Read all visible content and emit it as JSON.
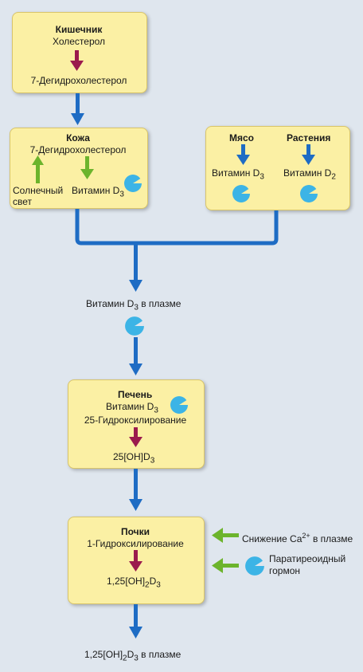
{
  "intestine": {
    "title": "Кишечник",
    "line1": "Холестерол",
    "line2": "7-Дегидрохолестерол"
  },
  "skin": {
    "title": "Кожа",
    "line1": "7-Дегидрохолестерол",
    "sunlight1": "Солнечный",
    "sunlight2": "свет",
    "vitamin": "Витамин D",
    "vitamin_sub": "3"
  },
  "meat": {
    "title": "Мясо",
    "vitamin": "Витамин D",
    "vitamin_sub": "3"
  },
  "plants": {
    "title": "Растения",
    "vitamin": "Витамин D",
    "vitamin_sub": "2"
  },
  "plasma_d3": {
    "text": "Витамин D",
    "sub": "3",
    "suffix": " в плазме"
  },
  "liver": {
    "title": "Печень",
    "vitamin": "Витамин D",
    "vitamin_sub": "3",
    "process": "25-Гидроксилирование",
    "product": "25[OH]D",
    "product_sub": "3"
  },
  "kidney": {
    "title": "Почки",
    "process": "1-Гидроксилирование",
    "product": "1,25[OH]",
    "product_sub1": "2",
    "product_mid": "D",
    "product_sub2": "3"
  },
  "ca_signal": {
    "text": "Снижение Ca",
    "sup": "2+",
    "suffix": " в плазме"
  },
  "pth_signal": {
    "line1": "Паратиреоидный",
    "line2": "гормон"
  },
  "final": {
    "text": "1,25[OH]",
    "sub1": "2",
    "mid": "D",
    "sub2": "3",
    "suffix": " в плазме"
  },
  "colors": {
    "box": "#fbf0a4",
    "blue_arrow": "#1e6cc4",
    "maroon_arrow": "#9b1b4d",
    "green_arrow": "#6cb42c",
    "molecule": "#3cb4e6"
  }
}
